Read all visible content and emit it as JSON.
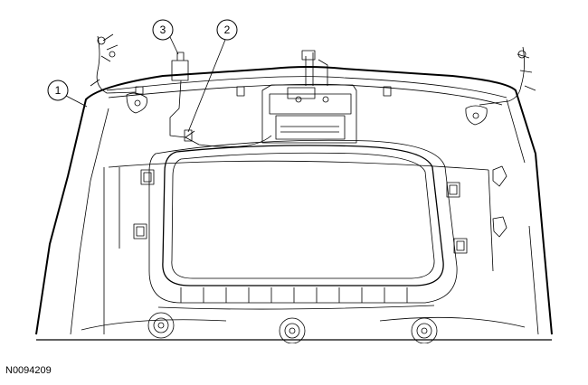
{
  "figure": {
    "description_id": "N0094209",
    "callouts": [
      {
        "number": "1"
      },
      {
        "number": "2"
      },
      {
        "number": "3"
      }
    ]
  },
  "colors": {
    "line": "#000000",
    "background": "#ffffff"
  }
}
